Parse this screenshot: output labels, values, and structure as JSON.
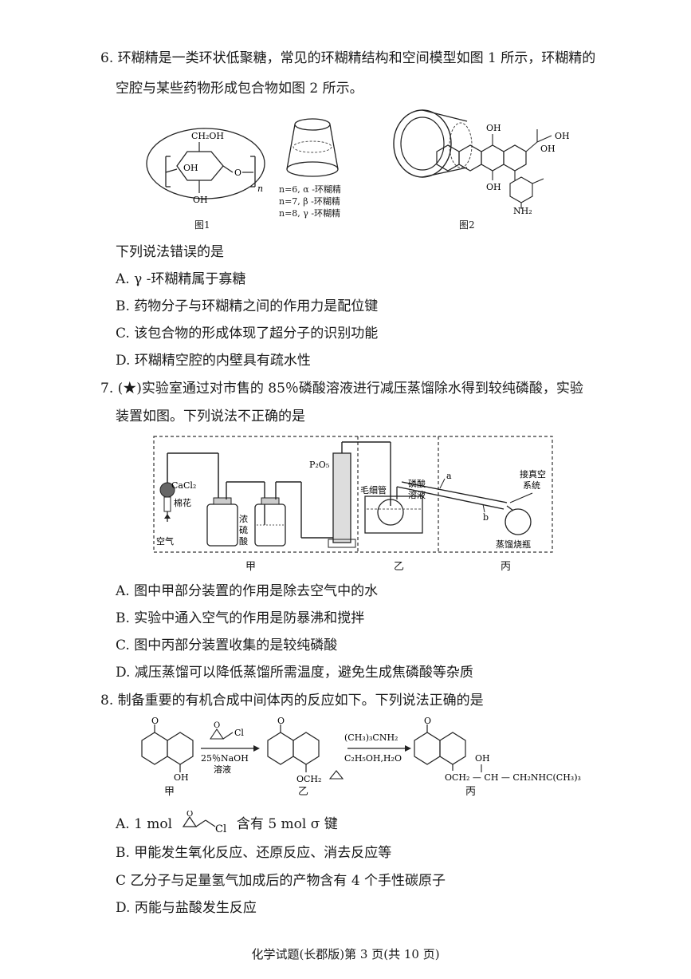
{
  "q6": {
    "stem_line1": "6. 环糊精是一类环状低聚糖，常见的环糊精结构和空间模型如图 1 所示，环糊精的",
    "stem_line2": "空腔与某些药物形成包合物如图 2 所示。",
    "fig1_label": "图1",
    "fig2_label": "图2",
    "fig1_ch2oh": "CH₂OH",
    "fig1_oh1": "OH",
    "fig1_oh2": "OH",
    "fig1_o": "O",
    "fig1_n": "n",
    "n_list": [
      "n=6, α -环糊精",
      "n=7, β -环糊精",
      "n=8, γ -环糊精"
    ],
    "fig2_oh_a": "OH",
    "fig2_oh_b": "OH",
    "fig2_oh_c": "OH",
    "fig2_oh_d": "OH",
    "fig2_nh2": "NH₂",
    "question": "下列说法错误的是",
    "options": [
      "A. γ -环糊精属于寡糖",
      "B. 药物分子与环糊精之间的作用力是配位键",
      "C. 该包合物的形成体现了超分子的识别功能",
      "D. 环糊精空腔的内壁具有疏水性"
    ]
  },
  "q7": {
    "stem_line1": "7. (★)实验室通过对市售的 85％磷酸溶液进行减压蒸馏除水得到较纯磷酸，实验",
    "stem_line2": "装置如图。下列说法不正确的是",
    "labels": {
      "cacl2": "CaCl₂",
      "cotton": "棉花",
      "air": "空气",
      "p2o5": "P₂O₅",
      "conc_acid_1": "浓",
      "conc_acid_2": "硫",
      "conc_acid_3": "酸",
      "capillary": "毛细管",
      "phos_1": "磷酸",
      "phos_2": "溶液",
      "a": "a",
      "b": "b",
      "vacuum_1": "接真空",
      "vacuum_2": "系统",
      "flask": "蒸馏烧瓶"
    },
    "sections": [
      "甲",
      "乙",
      "丙"
    ],
    "options": [
      "A. 图中甲部分装置的作用是除去空气中的水",
      "B. 实验中通入空气的作用是防暴沸和搅拌",
      "C. 图中丙部分装置收集的是较纯磷酸",
      "D. 减压蒸馏可以降低蒸馏所需温度，避免生成焦磷酸等杂质"
    ]
  },
  "q8": {
    "stem": "8. 制备重要的有机合成中间体丙的反应如下。下列说法正确的是",
    "reagent1_a": "Cl",
    "reagent1_b": "25％NaOH",
    "reagent1_c": "溶液",
    "reagent2_a": "(CH₃)₃CNH₂",
    "reagent2_b": "C₂H₅OH,H₂O",
    "sub_oh": "OH",
    "sub_o1": "O",
    "sub_o2": "O",
    "sub_o3": "O",
    "epox_o": "O",
    "och2_yi": "OCH₂",
    "oh_bing": "OH",
    "bing_chain": "OCH₂ — CH — CH₂NHC(CH₃)₃",
    "names": [
      "甲",
      "乙",
      "丙"
    ],
    "optA_pre": "A. 1 mol",
    "optA_cl": "Cl",
    "optA_post": "含有 5 mol σ 键",
    "optA_o": "O",
    "options": [
      "B. 甲能发生氧化反应、还原反应、消去反应等",
      "C  乙分子与足量氢气加成后的产物含有 4 个手性碳原子",
      "D. 丙能与盐酸发生反应"
    ]
  },
  "footer": "化学试题(长郡版)第  3  页(共 10 页)"
}
